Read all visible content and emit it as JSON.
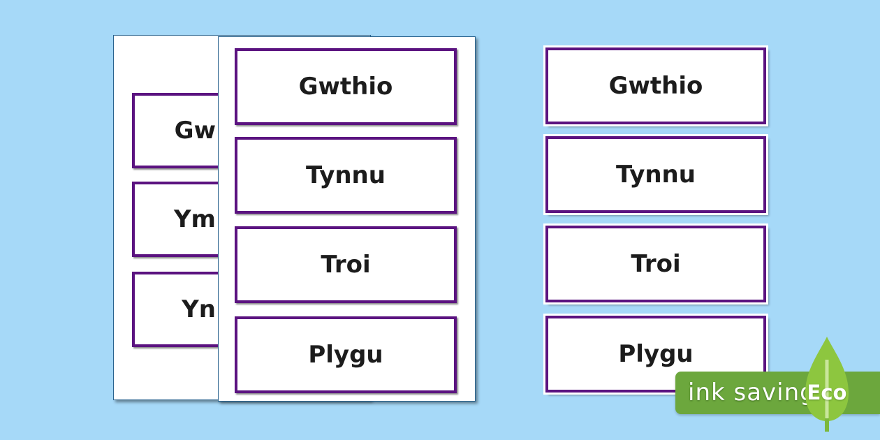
{
  "front_page": {
    "cards": [
      "Gwthio",
      "Tynnu",
      "Troi",
      "Plygu"
    ]
  },
  "back_page": {
    "visible_card_fragments": [
      "Gw",
      "Ym",
      "Yn"
    ]
  },
  "loose_cards": [
    "Gwthio",
    "Tynnu",
    "Troi",
    "Plygu"
  ],
  "eco_banner": {
    "label": "ink saving",
    "logo_text": "Eco"
  },
  "colors": {
    "background": "#a6d9f8",
    "card_border_purple": "#5b1380",
    "card_text": "#1c1c1c",
    "banner_green": "#6ca73d",
    "leaf_green": "#8dc63f",
    "leaf_vein": "#c9e69b",
    "leaf_stem": "#7cb83c"
  }
}
